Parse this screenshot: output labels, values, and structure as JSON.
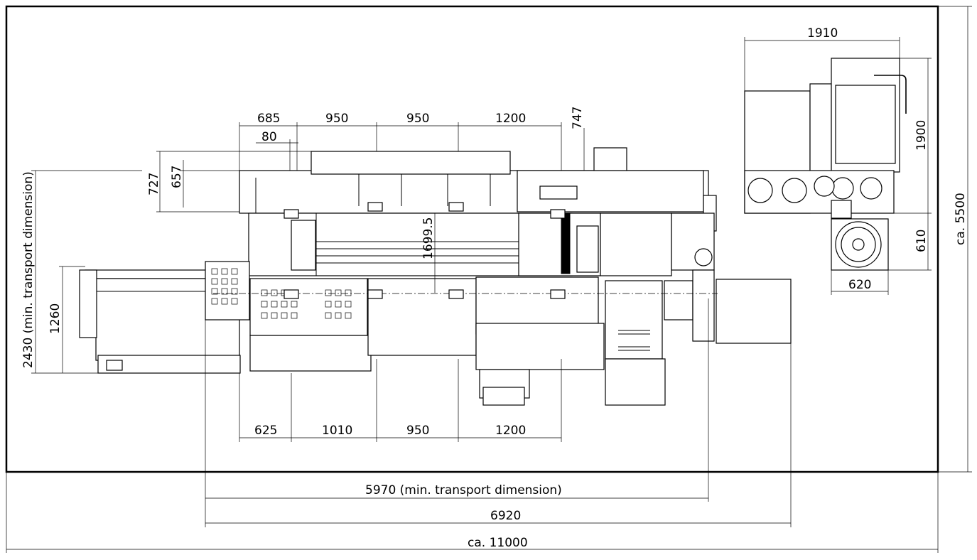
{
  "dimensions": {
    "top_685": "685",
    "top_950_a": "950",
    "top_950_b": "950",
    "top_1200": "1200",
    "top_80": "80",
    "top_747": "747",
    "left_727": "727",
    "left_657": "657",
    "center_1699_5": "1699.5",
    "left_2430": "2430 (min. transport dimension)",
    "left_1260": "1260",
    "bottom_625": "625",
    "bottom_1010": "1010",
    "bottom_950": "950",
    "bottom_1200": "1200",
    "overall_5970": "5970 (min. transport dimension)",
    "overall_6920": "6920",
    "overall_11000": "ca. 11000",
    "right_5500": "ca. 5500",
    "unit_1910": "1910",
    "unit_1900": "1900",
    "unit_610": "610",
    "unit_620": "620"
  },
  "colors": {
    "line": "#000000",
    "background": "#ffffff",
    "footprint_border": "#000000"
  }
}
